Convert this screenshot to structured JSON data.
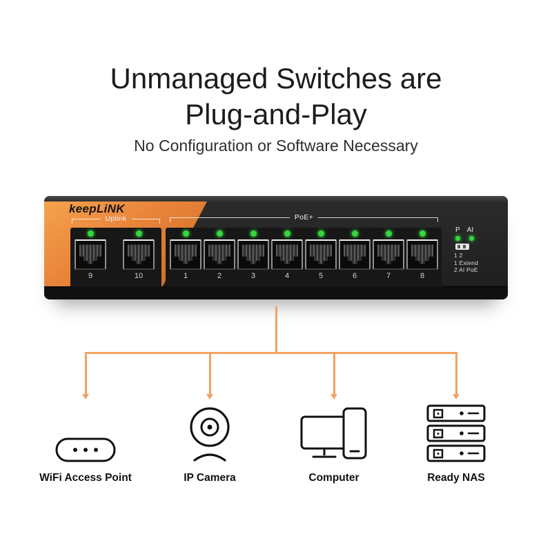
{
  "header": {
    "title_line1": "Unmanaged Switches are",
    "title_line2": "Plug-and-Play",
    "subtitle": "No Configuration or Software Necessary"
  },
  "switch": {
    "brand": "keepLiNK",
    "uplink": {
      "label": "Uplink",
      "ports": [
        "9",
        "10"
      ]
    },
    "poe": {
      "label": "PoE+",
      "ports": [
        "1",
        "2",
        "3",
        "4",
        "5",
        "6",
        "7",
        "8"
      ]
    },
    "indicators": {
      "p": "P",
      "ai": "AI",
      "dip": [
        "1 2",
        "1 Extend",
        "2 AI PoE"
      ]
    }
  },
  "devices": [
    {
      "label": "WiFi Access Point"
    },
    {
      "label": "IP Camera"
    },
    {
      "label": "Computer"
    },
    {
      "label": "Ready NAS"
    }
  ],
  "palette": {
    "accent_orange": "#e8833a",
    "connector_orange": "#f2a263",
    "led_green": "#35d83f",
    "switch_body": "#222222"
  }
}
